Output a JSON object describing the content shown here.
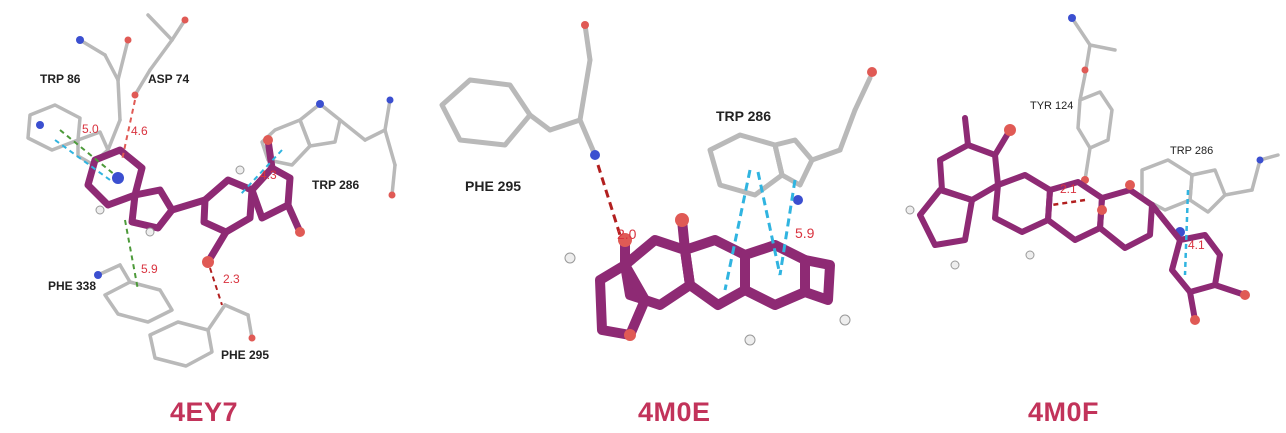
{
  "panels": [
    {
      "title": "4EY7",
      "residues": [
        "TRP 86",
        "ASP 74",
        "TRP 286",
        "PHE 338",
        "PHE 295"
      ],
      "distances": [
        "5.0",
        "4.6",
        "4.3",
        "5.9",
        "2.3"
      ]
    },
    {
      "title": "4M0E",
      "residues": [
        "PHE 295",
        "TRP 286"
      ],
      "distances": [
        "2.0",
        "5.9"
      ]
    },
    {
      "title": "4M0F",
      "residues": [
        "TYR 124",
        "TRP 286"
      ],
      "distances": [
        "2.1",
        "4.1"
      ]
    }
  ],
  "colors": {
    "ligand": "#8e2a74",
    "ligand_light": "#b5569b",
    "residue": "#b9b9b9",
    "oxygen": "#e05a55",
    "nitrogen": "#3b4fd0",
    "hbond": "#b21f1f",
    "pi_stack": "#30b4e0",
    "pi_cation": "#4d9a3a",
    "caption": "#c2335a"
  }
}
